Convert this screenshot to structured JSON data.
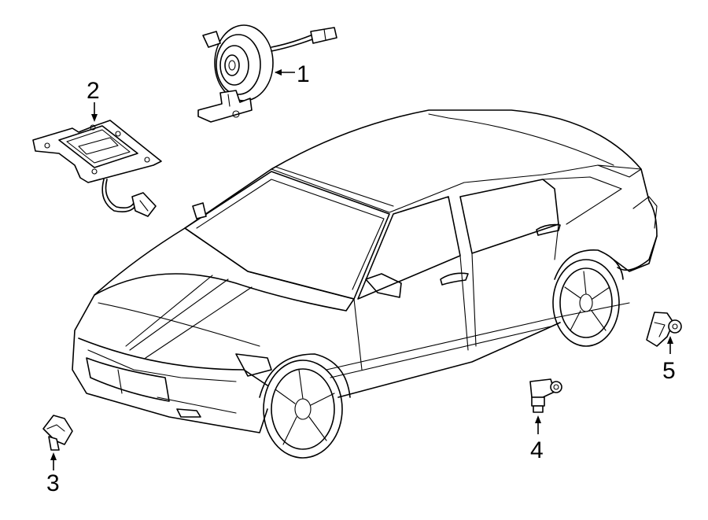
{
  "callouts": {
    "c1": "1",
    "c2": "2",
    "c3": "3",
    "c4": "4",
    "c5": "5"
  },
  "parts": [
    {
      "callout": "1",
      "icon": "horn-icon"
    },
    {
      "callout": "2",
      "icon": "module-bracket-icon"
    },
    {
      "callout": "3",
      "icon": "sensor-icon"
    },
    {
      "callout": "4",
      "icon": "sensor-icon"
    },
    {
      "callout": "5",
      "icon": "sensor-icon"
    }
  ],
  "colors": {
    "line": "#000000",
    "background": "#ffffff"
  }
}
